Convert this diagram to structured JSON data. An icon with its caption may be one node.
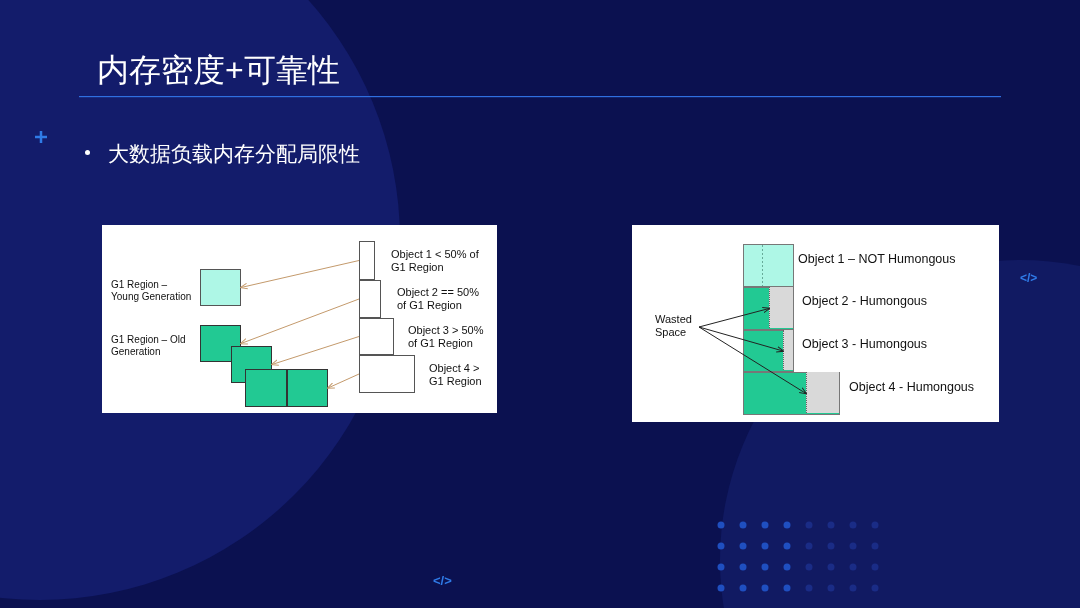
{
  "diagram": {
    "title": "内存密度+可靠性",
    "nodes": [
      {
        "text": [],
        "shape": "box"
      },
      {
        "text": [],
        "shape": "box"
      },
      {
        "text": [],
        "shape": "box"
      },
      {
        "text": [],
        "shape": "box"
      },
      {
        "text": [],
        "shape": "box"
      },
      {
        "text": [],
        "shape": "box"
      },
      {
        "text": [],
        "shape": "box"
      },
      {
        "text": [],
        "shape": "box"
      },
      {
        "text": [],
        "shape": "box"
      },
      {
        "text": [
          "Wasted Space"
        ]
      },
      {
        "text": [],
        "shape": "box",
        "beside": [
          "Object 1 – NOT Humongous"
        ]
      },
      {
        "text": [],
        "shape": "box",
        "beside": [
          "Object 2 - Humongous"
        ]
      },
      {
        "text": [],
        "shape": "box",
        "in": 11
      },
      {
        "text": [],
        "shape": "box",
        "beside": [
          "Object 3 - Humongous"
        ]
      },
      {
        "text": [],
        "shape": "box",
        "in": 13
      },
      {
        "text": [],
        "shape": "box",
        "beside": [
          "Object 4 - Humongous"
        ]
      },
      {
        "text": [],
        "shape": "box",
        "in": 15
      }
    ],
    "edges": [
      {
        "from": 5,
        "to": 0,
        "arrow": "to",
        "color": "#c49a6c"
      },
      {
        "from": 6,
        "to": 1,
        "arrow": "to",
        "color": "#c49a6c"
      },
      {
        "from": 7,
        "to": 2,
        "arrow": "to",
        "color": "#c49a6c"
      },
      {
        "from": 8,
        "to": 4,
        "arrow": "to",
        "color": "#c49a6c"
      },
      {
        "from": 9,
        "to": 12,
        "arrow": "to",
        "color": "#222222"
      },
      {
        "from": 9,
        "to": 14,
        "arrow": "to",
        "color": "#222222"
      },
      {
        "from": 9,
        "to": 16,
        "arrow": "to",
        "color": "#222222"
      }
    ],
    "labels": [
      "大数据负载内存分配局限性",
      "Object 1 < 50% of G1 Region",
      "G1 Region – Young Generation",
      "Object 2 == 50% of G1 Region",
      "Object 3 > 50% of G1 Region",
      "G1 Region – Old Generation",
      "Object 4 > G1 Region",
      "</>",
      "</>"
    ]
  }
}
